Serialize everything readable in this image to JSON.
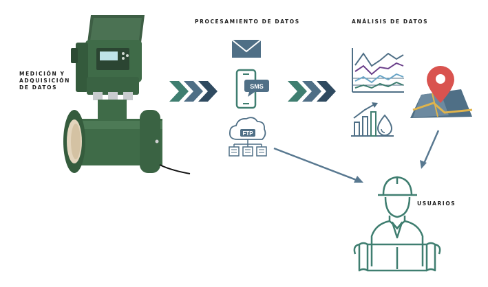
{
  "labels": {
    "medicion": [
      "MEDICIÓN Y",
      "ADQUISICIÓN",
      "DE DATOS"
    ],
    "procesamiento": "PROCESAMIENTO DE DATOS",
    "analisis": "ANÁLISIS DE DATOS",
    "usuarios": "USUARIOS"
  },
  "icons": {
    "sms": "SMS",
    "ftp": "FTP"
  },
  "colors": {
    "meter_green": "#3f6b48",
    "icon_slate": "#4f6f86",
    "icon_teal": "#3f7e70",
    "chevron_dark": "#2f4a60",
    "chart_purple": "#6b3f8a",
    "pin_red": "#d9534f"
  }
}
